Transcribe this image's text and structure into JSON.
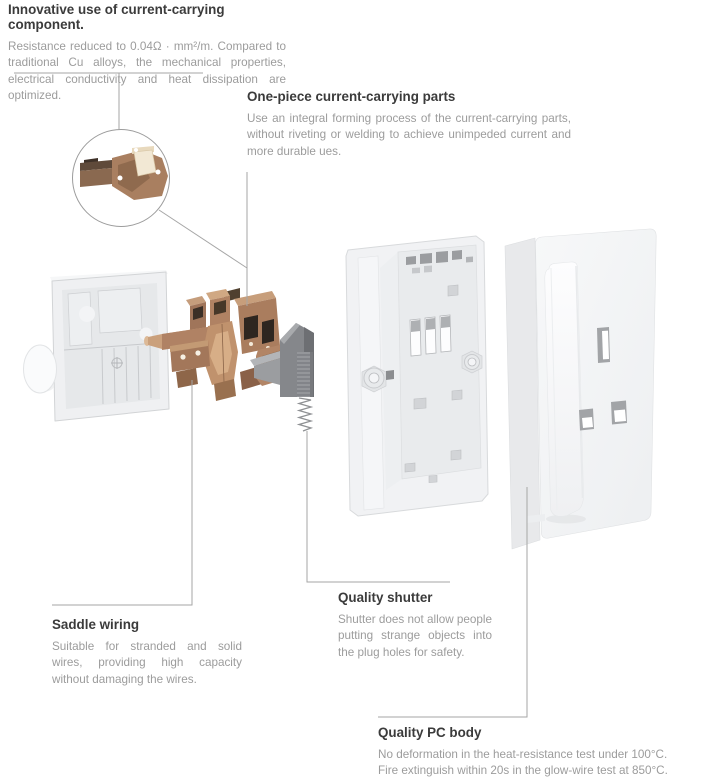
{
  "annotations": {
    "innovative": {
      "title": "Innovative use of current-carrying component.",
      "body": "Resistance reduced to 0.04Ω · mm²/m. Compared to traditional Cu alloys, the mechanical properties, electrical conductivity and heat dissipation are optimized."
    },
    "one_piece": {
      "title": "One-piece current-carrying parts",
      "body": "Use an integral forming process of the current-carrying parts, without riveting or welding to achieve unimpeded current and more durable ues."
    },
    "saddle": {
      "title": "Saddle wiring",
      "body": "Suitable for stranded and solid wires, providing high capacity without damaging the wires."
    },
    "shutter": {
      "title": "Quality shutter",
      "body": "Shutter does not allow people putting strange objects into the plug holes for safety."
    },
    "pc_body": {
      "title": "Quality PC body",
      "body_line1": "No deformation in the heat-resistance test under 100°C.",
      "body_line2": "Fire extinguish within 20s in the glow-wire test at 850°C."
    }
  },
  "illustration": {
    "parts": [
      {
        "name": "magnified-copper-contact"
      },
      {
        "name": "mounting-box"
      },
      {
        "name": "copper-current-carrying-parts"
      },
      {
        "name": "safety-shutter-with-spring"
      },
      {
        "name": "inner-frame"
      },
      {
        "name": "front-panel-with-switch-and-socket"
      }
    ],
    "colors": {
      "copper": "#b08264",
      "copper_light": "#d2a983",
      "copper_dark": "#3b2f26",
      "plastic": "#f0f1f3",
      "plastic_shade": "#e6e8ea",
      "shutter_grey": "#85878b",
      "leader_line": "#a6a6a6",
      "title_text": "#3b3b3b",
      "body_text": "#9c9c9c"
    }
  }
}
